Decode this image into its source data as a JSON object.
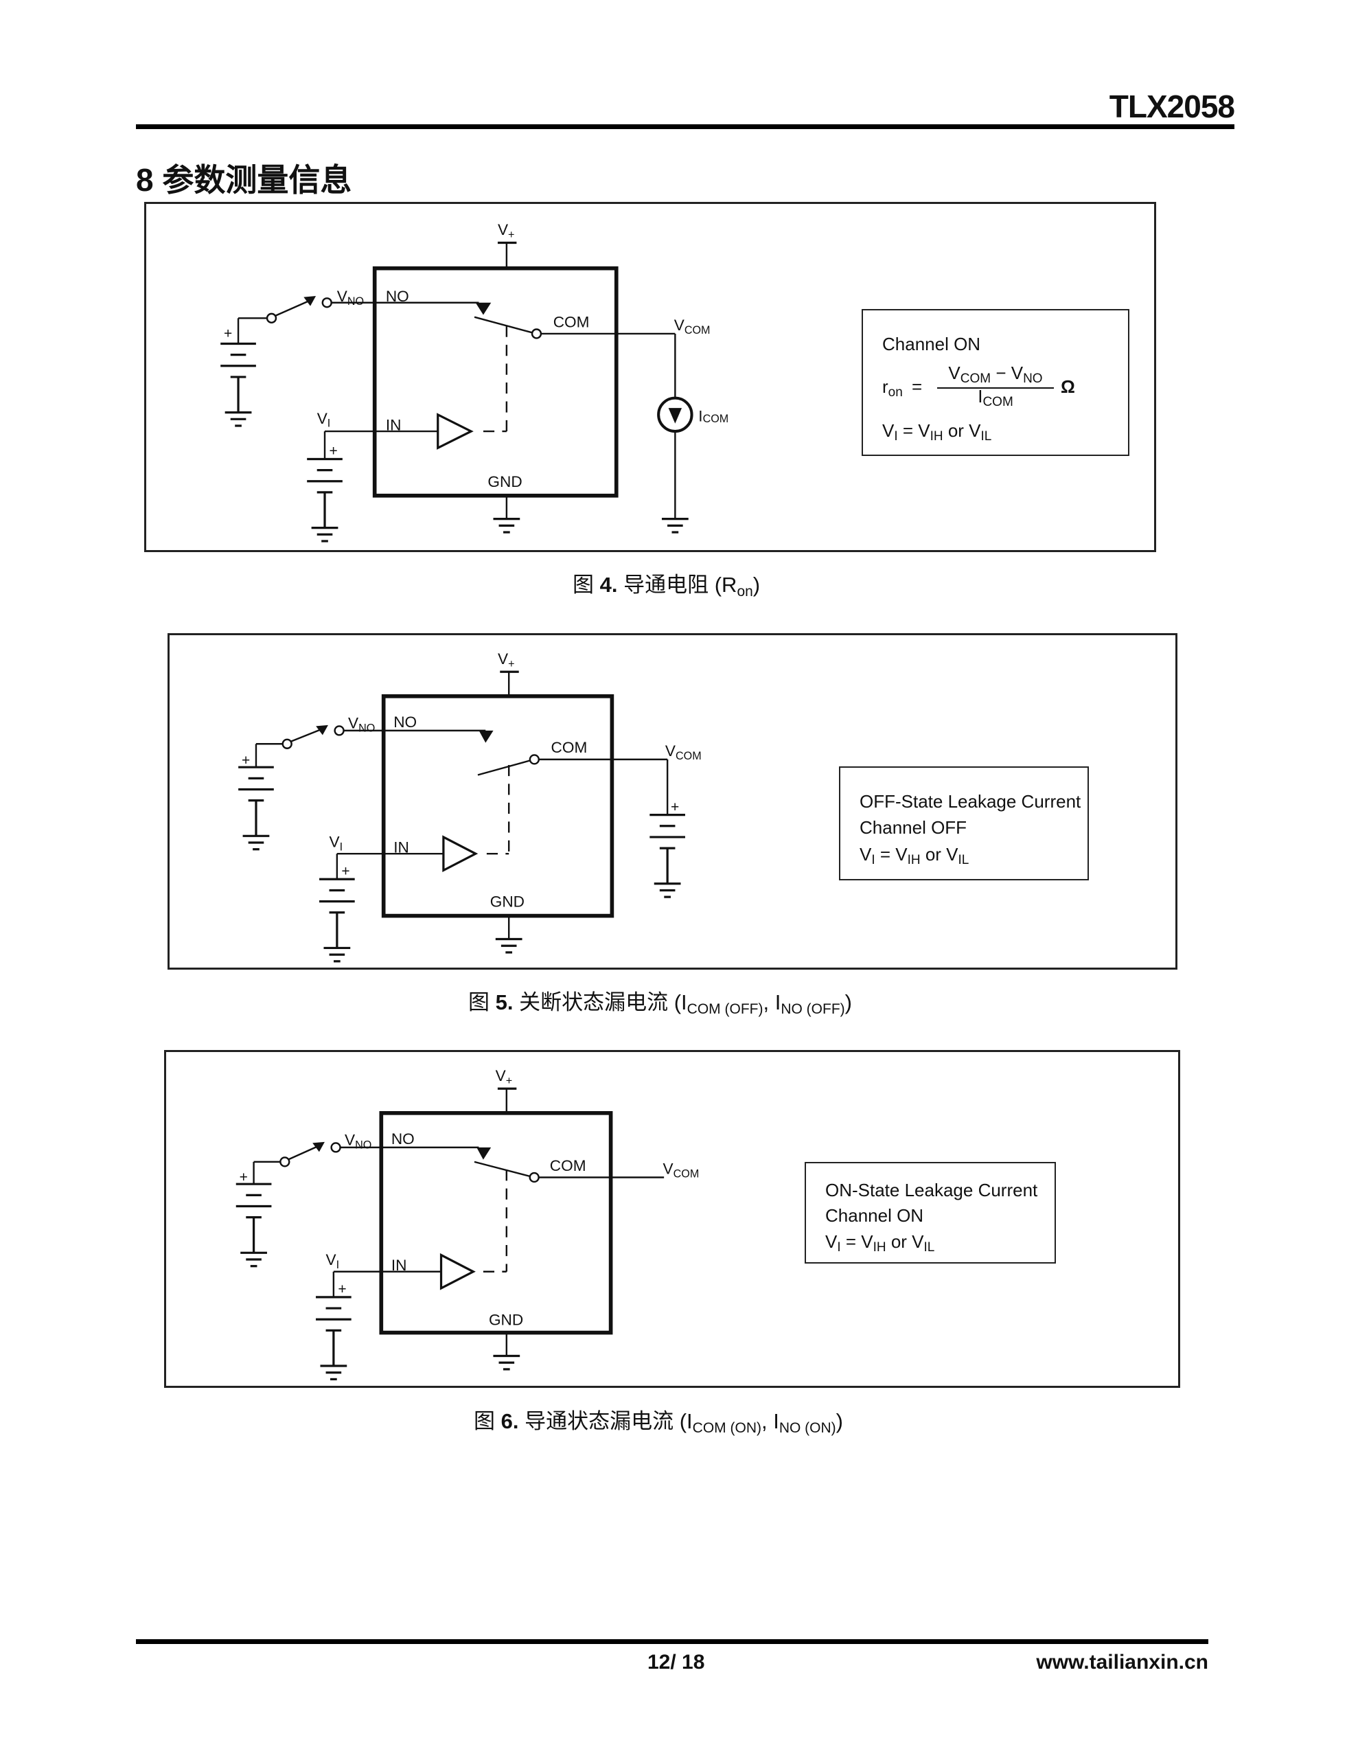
{
  "header": {
    "doc_id": "TLX2058"
  },
  "section": {
    "title": "8 参数测量信息"
  },
  "labels": {
    "v_plus": "V",
    "v_plus_sub": "+",
    "v_no": "V",
    "v_no_sub": "NO",
    "no": "NO",
    "com": "COM",
    "v_com": "V",
    "v_com_sub": "COM",
    "v_i": "V",
    "v_i_sub": "I",
    "in": "IN",
    "gnd": "GND",
    "i_com": "I",
    "i_com_sub": "COM",
    "plus": "+"
  },
  "figures": [
    {
      "caption_prefix": "图",
      "caption_num": "4.",
      "caption_text": "导通电阻 (R",
      "caption_sub": "on",
      "caption_end": ")",
      "note": {
        "line1": "Channel ON",
        "formula_lhs": "r",
        "formula_lhs_sub": "on",
        "formula_eq": "=",
        "numerator": "V",
        "numerator_sub1": "COM",
        "numerator_minus": " − V",
        "numerator_sub2": "NO",
        "denominator": "I",
        "denominator_sub": "COM",
        "unit": "Ω",
        "vi_line": {
          "a": "V",
          "a_sub": "I",
          "eq": " = V",
          "b_sub": "IH",
          "or": " or V",
          "c_sub": "IL"
        }
      }
    },
    {
      "caption_prefix": "图",
      "caption_num": "5.",
      "caption_text": "关断状态漏电流 (I",
      "caption_sub1": "COM (OFF)",
      "caption_mid": ", I",
      "caption_sub2": "NO (OFF)",
      "caption_end": ")",
      "note": {
        "line1": "OFF-State Leakage Current",
        "line2": "Channel OFF",
        "vi_line": {
          "a": "V",
          "a_sub": "I",
          "eq": " = V",
          "b_sub": "IH",
          "or": " or V",
          "c_sub": "IL"
        }
      }
    },
    {
      "caption_prefix": "图",
      "caption_num": "6.",
      "caption_text": "导通状态漏电流 (I",
      "caption_sub1": "COM (ON)",
      "caption_mid": ", I",
      "caption_sub2": "NO (ON)",
      "caption_end": ")",
      "note": {
        "line1": "ON-State Leakage Current",
        "line2": "Channel ON",
        "vi_line": {
          "a": "V",
          "a_sub": "I",
          "eq": " = V",
          "b_sub": "IH",
          "or": " or V",
          "c_sub": "IL"
        }
      }
    }
  ],
  "footer": {
    "page": "12/ 18",
    "url": "www.tailianxin.cn"
  }
}
